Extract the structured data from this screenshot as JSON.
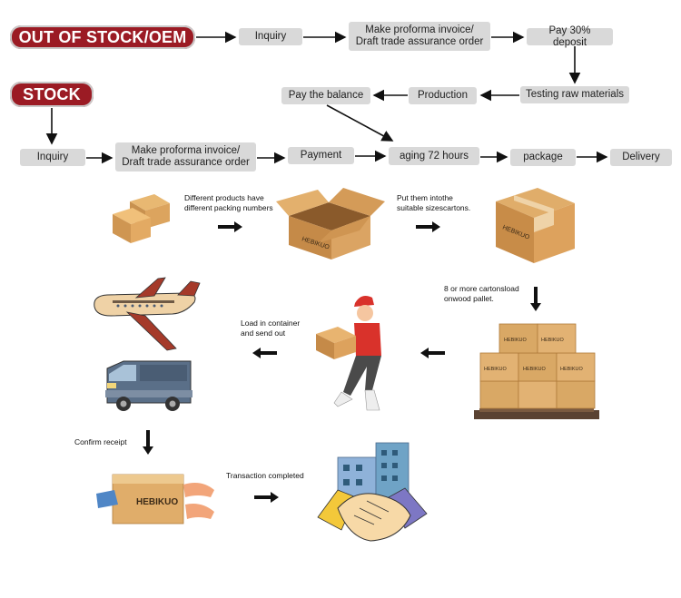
{
  "tags": {
    "oos": "OUT OF STOCK/OEM",
    "stock": "STOCK"
  },
  "oos_flow": {
    "inquiry": "Inquiry",
    "proforma": "Make proforma invoice/\nDraft trade assurance order",
    "deposit": "Pay 30% deposit",
    "testing": "Testing raw materials",
    "production": "Production",
    "balance": "Pay the balance"
  },
  "stock_flow": {
    "inquiry": "Inquiry",
    "proforma": "Make proforma invoice/\nDraft trade assurance order",
    "payment": "Payment",
    "aging": "aging 72 hours",
    "package": "package",
    "delivery": "Delivery"
  },
  "notes": {
    "packing": "Different products have\ndifferent packing numbers",
    "cartons": "Put them intothe\nsuitable sizescartons.",
    "pallet": "8 or more cartonsload\nonwood pallet.",
    "container": "Load in container\nand send out",
    "confirm": "Confirm receipt",
    "completed": "Transaction completed"
  },
  "brand": "HEBIKUO",
  "colors": {
    "tag": "#9b1b24",
    "pill": "#d9d9d9",
    "box": "#d9a865",
    "box_dark": "#b98646",
    "arrow": "#111111"
  }
}
